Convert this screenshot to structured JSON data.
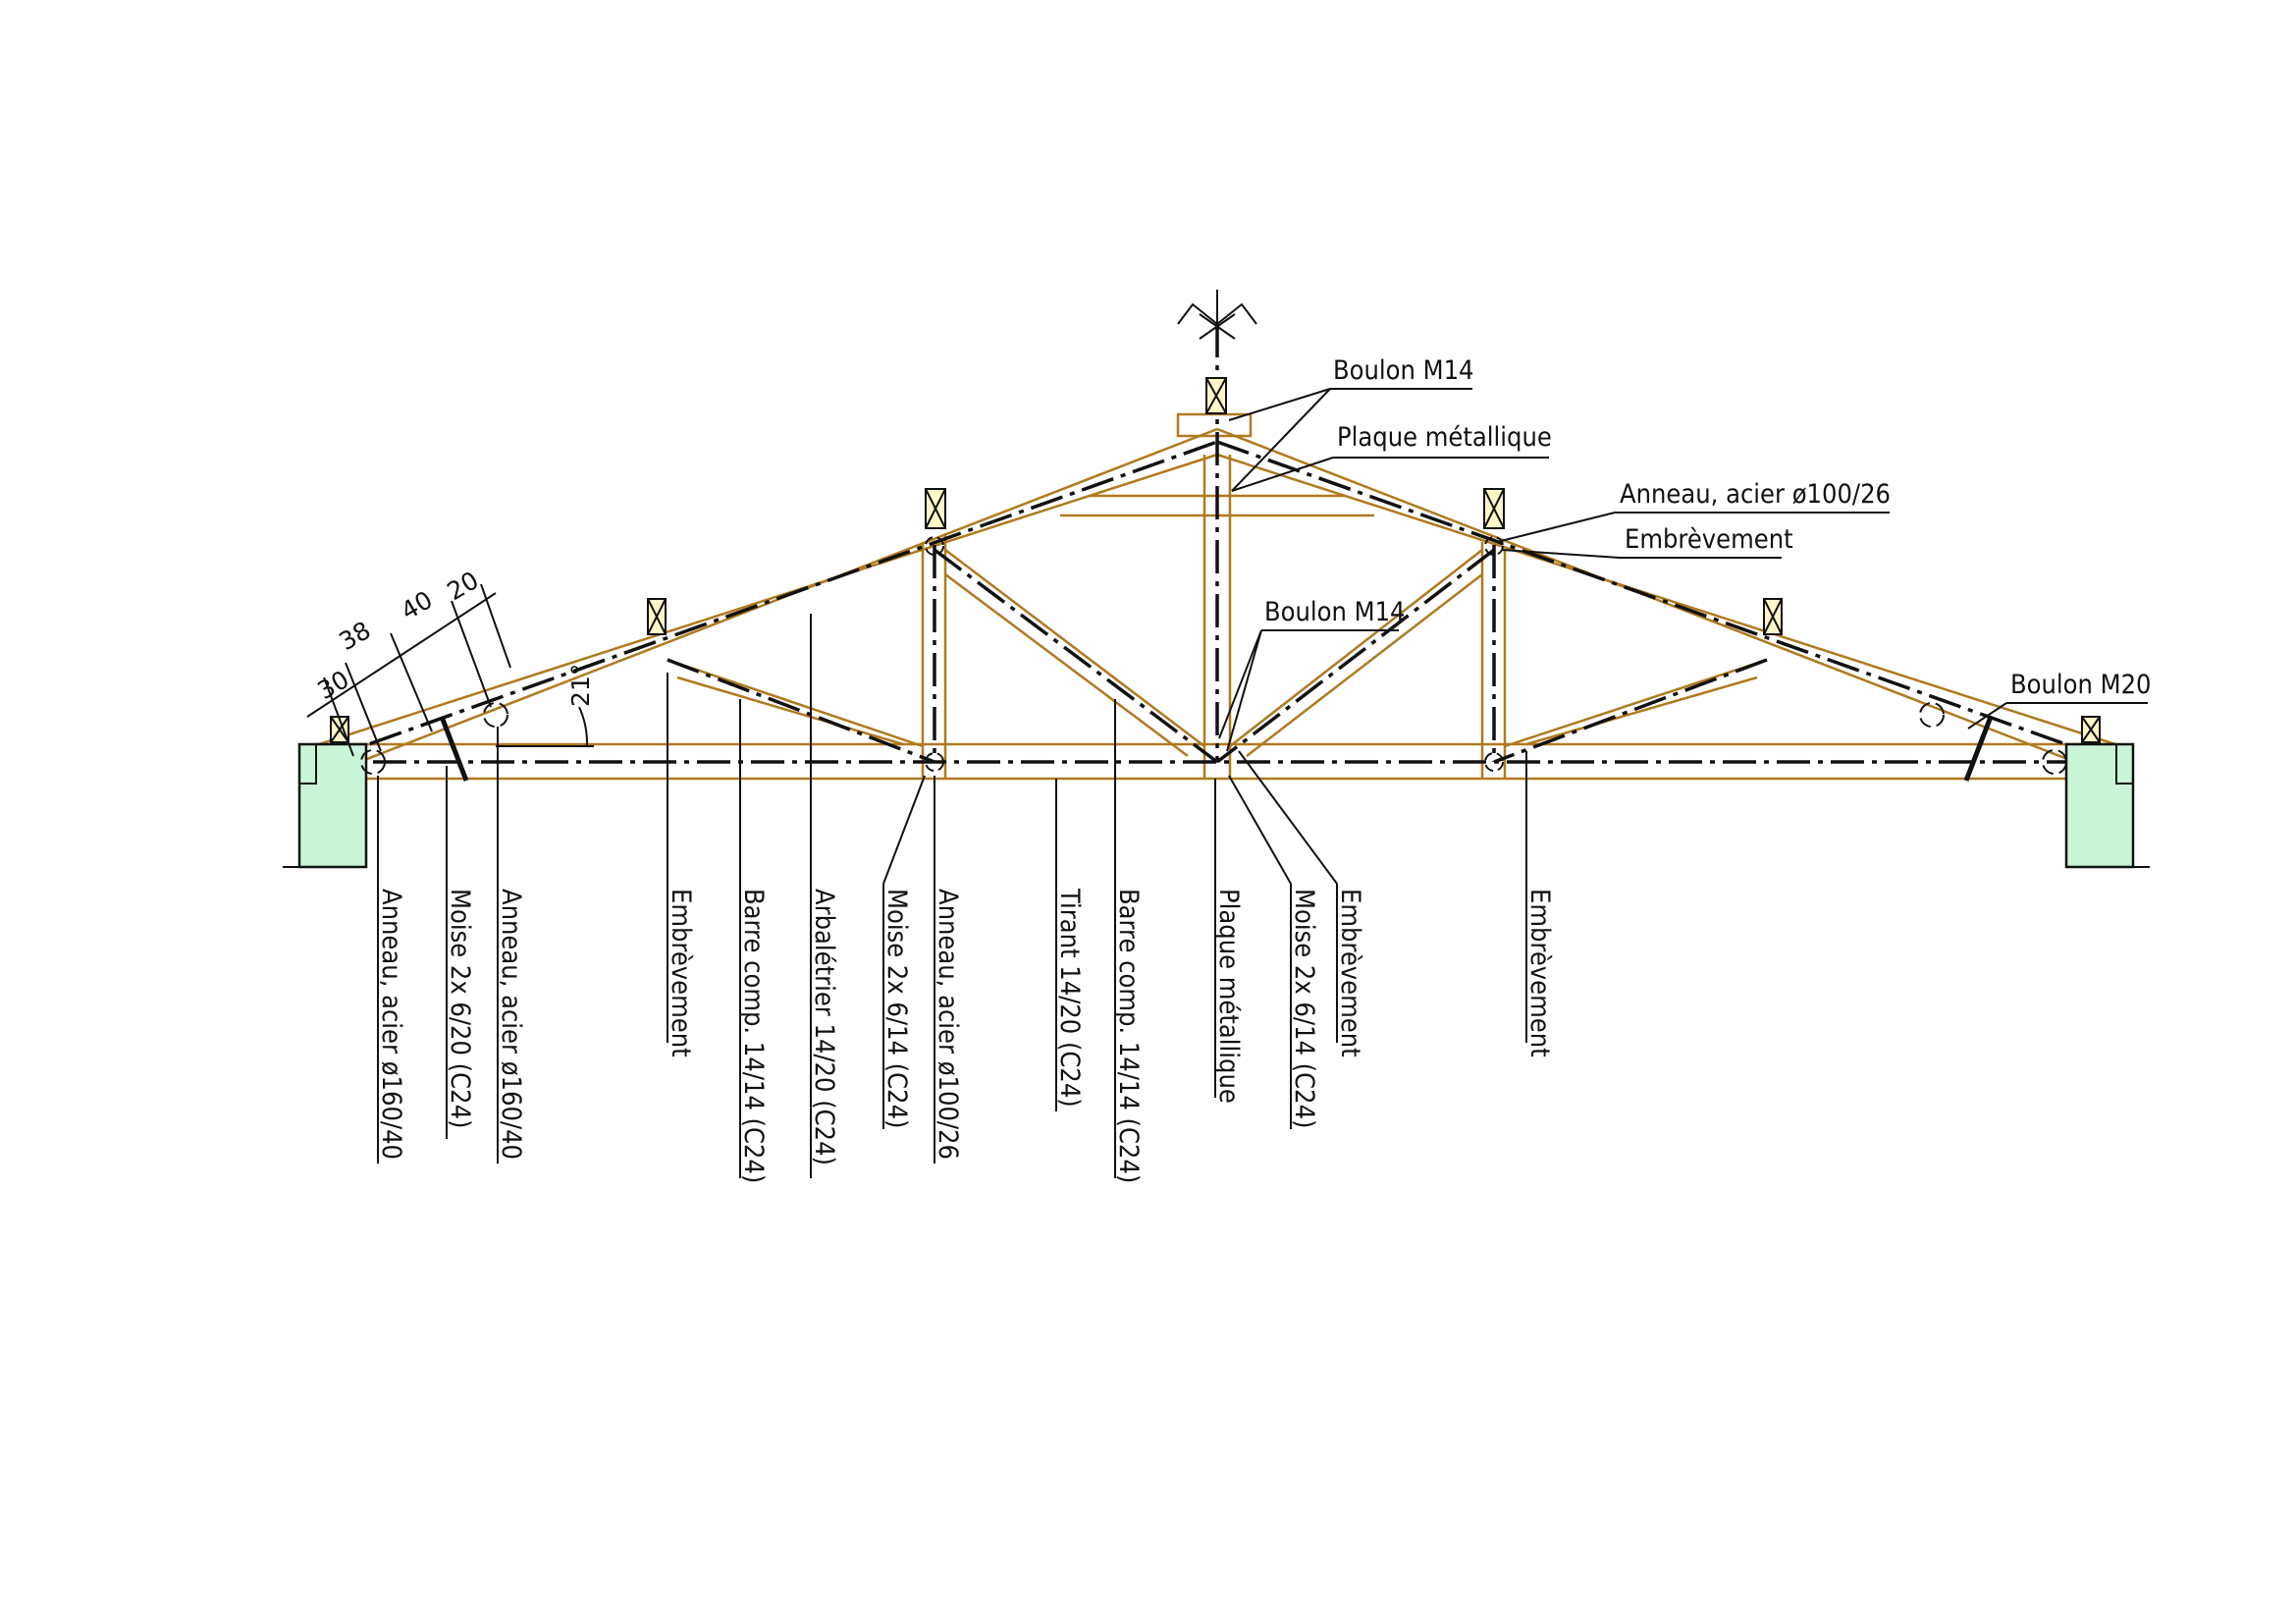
{
  "labels": {
    "boulon_m14_top": "Boulon M14",
    "plaque_metallique_top": "Plaque métallique",
    "anneau_100_right": "Anneau, acier ø100/26",
    "embrevement_right_top": "Embrèvement",
    "boulon_m14_mid": "Boulon M14",
    "boulon_m20": "Boulon M20",
    "angle": "21°",
    "vertical": [
      "Anneau, acier ø160/40",
      "Moise 2x 6/20 (C24)",
      "Anneau, acier ø160/40",
      "Embrèvement",
      "Barre comp. 14/14 (C24)",
      "Arbalétrier 14/20 (C24)",
      "Moise 2x 6/14 (C24)",
      "Anneau, acier ø100/26",
      "Tirant 14/20 (C24)",
      "Barre comp. 14/14 (C24)",
      "Plaque métallique",
      "Moise 2x 6/14 (C24)",
      "Embrèvement",
      "Embrèvement"
    ]
  },
  "dimensions": {
    "d30": "30",
    "d38": "38",
    "d40": "40",
    "d20": "20"
  },
  "colors": {
    "timber": "#b07a1e",
    "support_fill": "#c8f5d8",
    "ink": "#111111"
  }
}
